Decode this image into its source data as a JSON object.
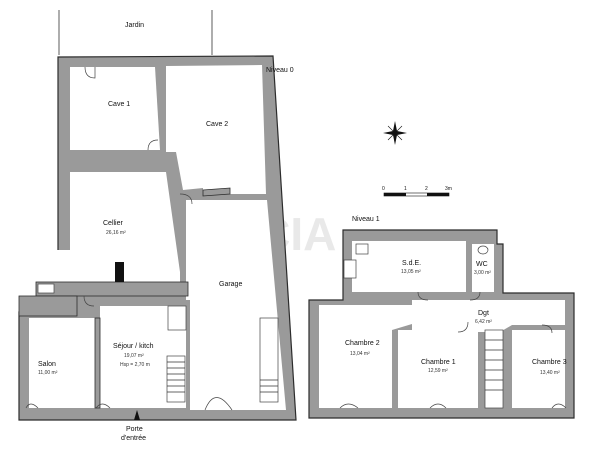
{
  "garden_label": "Jardin",
  "levels": {
    "ground": "Niveau 0",
    "first": "Niveau 1"
  },
  "rooms": {
    "cave1": {
      "name": "Cave 1"
    },
    "cave2": {
      "name": "Cave 2"
    },
    "cellier": {
      "name": "Cellier",
      "area": "26,16 m²"
    },
    "garage": {
      "name": "Garage"
    },
    "salon": {
      "name": "Salon",
      "area": "11,00 m²"
    },
    "sejour": {
      "name": "Séjour / kitch",
      "area": "19,07 m²",
      "note": "Hsp = 2,70 m"
    },
    "sde": {
      "name": "S.d.E.",
      "area": "13,05 m²"
    },
    "wc": {
      "name": "WC",
      "area": "3,00 m²"
    },
    "dgt": {
      "name": "Dgt",
      "area": "6,42 m²"
    },
    "chambre1": {
      "name": "Chambre 1",
      "area": "12,59 m²"
    },
    "chambre2": {
      "name": "Chambre 2",
      "area": "13,04 m²"
    },
    "chambre3": {
      "name": "Chambre 3",
      "area": "13,40 m²"
    }
  },
  "entrance": {
    "line1": "Porte",
    "line2": "d'entrée"
  },
  "scale": {
    "ticks": [
      "0",
      "1",
      "2",
      "3m"
    ]
  },
  "watermark": "FONCIA"
}
